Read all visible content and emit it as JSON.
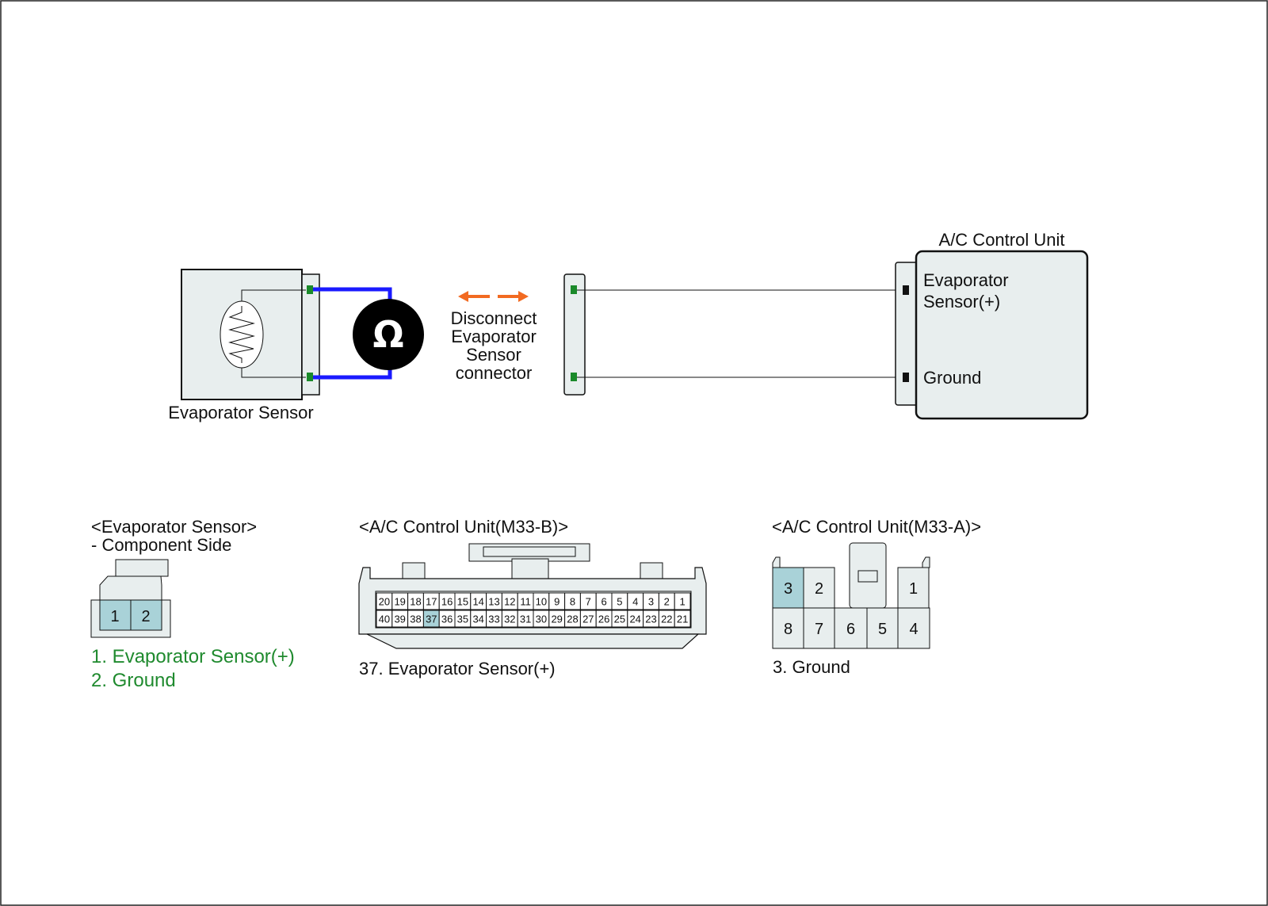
{
  "colors": {
    "housing_fill": "#e8eeee",
    "pin_highlight": "#a9d2d8",
    "terminal_green": "#1a8a2a",
    "probe_wire": "#1a1aff",
    "arrow_orange": "#f26a21",
    "note_green": "#1f8a2e"
  },
  "circuit": {
    "sensor_label": "Evaporator Sensor",
    "meter_symbol": "Ω",
    "meter_icon": "ohmmeter-icon",
    "disconnect_lines": [
      "Disconnect",
      "Evaporator",
      "Sensor",
      "connector"
    ],
    "acu_title": "A/C Control Unit",
    "acu_pin_sensor_lines": [
      "Evaporator",
      "Sensor(+)"
    ],
    "acu_pin_ground": "Ground"
  },
  "connector_sensor": {
    "title_line1": "<Evaporator Sensor>",
    "title_line2": "- Component Side",
    "pins": [
      "1",
      "2"
    ],
    "highlighted": [
      "1",
      "2"
    ],
    "notes": [
      "1. Evaporator Sensor(+)",
      "2. Ground"
    ]
  },
  "connector_m33b": {
    "title": "<A/C Control Unit(M33-B)>",
    "top_row": [
      "20",
      "19",
      "18",
      "17",
      "16",
      "15",
      "14",
      "13",
      "12",
      "11",
      "10",
      "9",
      "8",
      "7",
      "6",
      "5",
      "4",
      "3",
      "2",
      "1"
    ],
    "bottom_row": [
      "40",
      "39",
      "38",
      "37",
      "36",
      "35",
      "34",
      "33",
      "32",
      "31",
      "30",
      "29",
      "28",
      "27",
      "26",
      "25",
      "24",
      "23",
      "22",
      "21"
    ],
    "highlighted": [
      "37"
    ],
    "note": "37. Evaporator Sensor(+)"
  },
  "connector_m33a": {
    "title": "<A/C Control Unit(M33-A)>",
    "top_row": [
      "3",
      "2",
      "1"
    ],
    "bottom_row": [
      "8",
      "7",
      "6",
      "5",
      "4"
    ],
    "highlighted": [
      "3"
    ],
    "note": "3. Ground"
  }
}
